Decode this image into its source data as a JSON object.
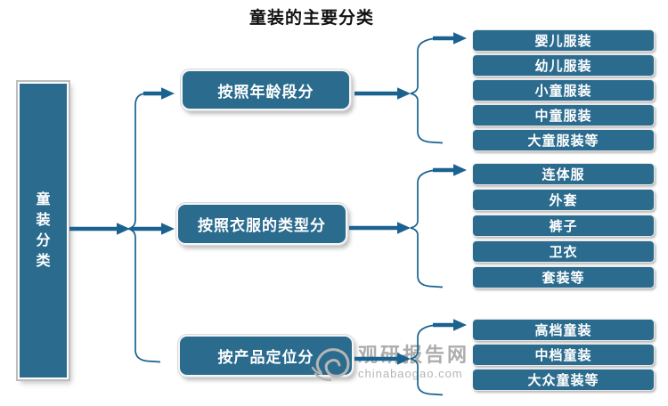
{
  "title": "童装的主要分类",
  "root": {
    "label": "童装分类"
  },
  "branches": [
    {
      "label": "按照年龄段分",
      "items": [
        "婴儿服装",
        "幼儿服装",
        "小童服装",
        "中童服装",
        "大童服装等"
      ]
    },
    {
      "label": "按照衣服的类型分",
      "items": [
        "连体服",
        "外套",
        "裤子",
        "卫衣",
        "套装等"
      ]
    },
    {
      "label": "按产品定位分",
      "items": [
        "高档童装",
        "中档童装",
        "大众童装等"
      ]
    }
  ],
  "watermark": {
    "site_name": "观研报告网",
    "site_url": "chinabaogao.com"
  },
  "colors": {
    "node_fill": "#2a6b8e",
    "connector": "#1a6290",
    "node_text": "#ffffff",
    "title_text": "#111111",
    "watermark_gray": "#b0b0b0",
    "background": "#ffffff"
  }
}
